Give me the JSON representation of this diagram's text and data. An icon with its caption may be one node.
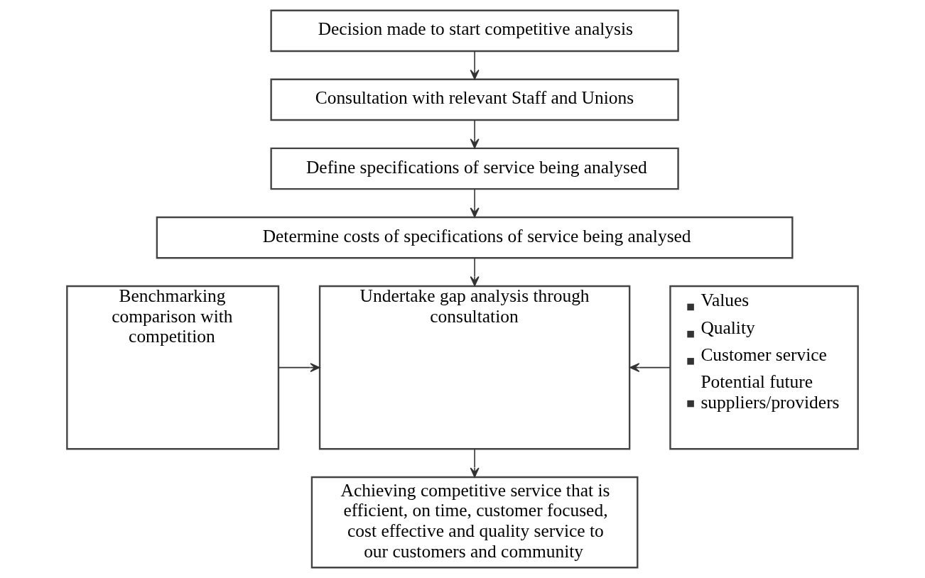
{
  "diagram": {
    "nodes": [
      {
        "text": [
          "Decision made to start competitive analysis"
        ]
      },
      {
        "text": [
          "Consultation with relevant Staff and Unions"
        ]
      },
      {
        "text": [
          "Define specifications of service being analysed"
        ]
      },
      {
        "text": [
          "Determine costs of specifications of service being analysed"
        ]
      },
      {
        "text": [
          "Benchmarking comparison with competition"
        ]
      },
      {
        "text": [
          "Undertake gap analysis through consultation"
        ]
      },
      {
        "text": [
          "Values",
          "Quality",
          "Customer service",
          "Potential future suppliers/providers"
        ]
      },
      {
        "text": [
          "Achieving competitive service that is efficient, on time, customer focused, cost effective and quality service to our customers and community"
        ]
      }
    ],
    "edges": [
      {
        "from": 0,
        "to": 1,
        "arrow": "to"
      },
      {
        "from": 1,
        "to": 2,
        "arrow": "to"
      },
      {
        "from": 2,
        "to": 3,
        "arrow": "to"
      },
      {
        "from": 3,
        "to": 5,
        "arrow": "to"
      },
      {
        "from": 4,
        "to": 5,
        "arrow": "to"
      },
      {
        "from": 6,
        "to": 5,
        "arrow": "to"
      },
      {
        "from": 5,
        "to": 7,
        "arrow": "to"
      }
    ]
  }
}
